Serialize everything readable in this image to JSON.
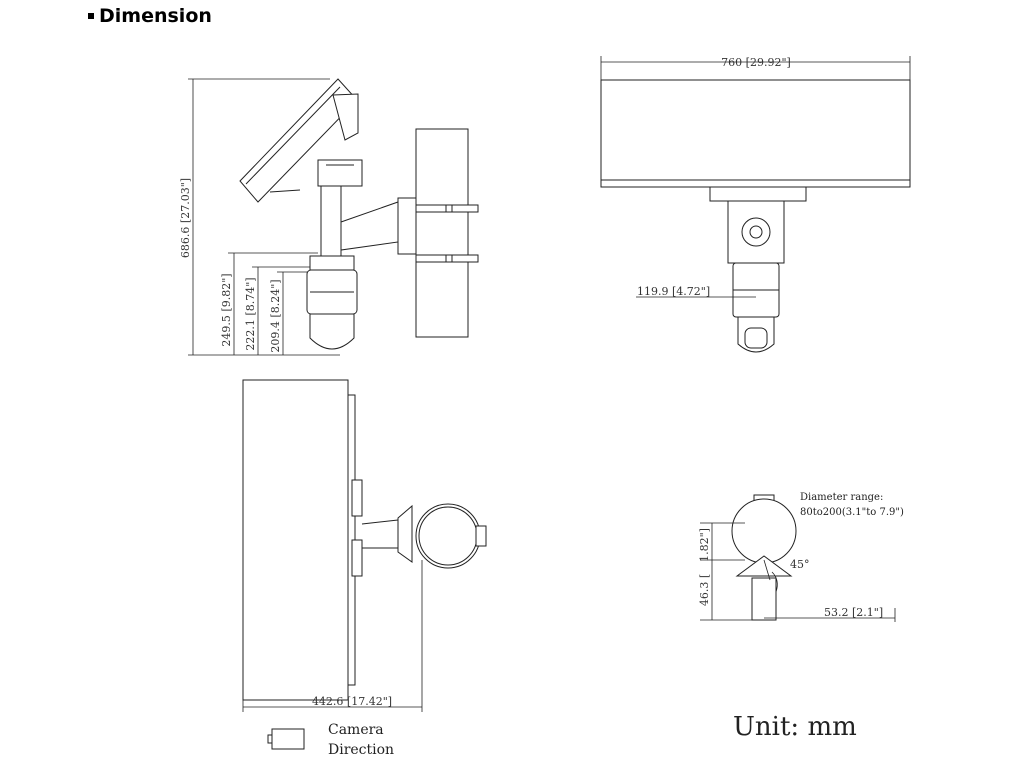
{
  "heading": "Dimension",
  "dims": {
    "height_total": "686.6 [27.03\"]",
    "height_a": "249.5 [9.82\"]",
    "height_b": "222.1 [8.74\"]",
    "height_c": "209.4 [8.24\"]",
    "width_top": "760 [29.92\"]",
    "offset": "119.9 [4.72\"]",
    "depth": "442.6 [17.42\"]",
    "bracket_width": "53.2 [2.1\"]",
    "bracket_h1": "1.82\"]",
    "bracket_h2": "46.3 [",
    "angle": "45°"
  },
  "notes": {
    "diameter_line1": "Diameter range:",
    "diameter_line2": "80to200(3.1\"to 7.9\")"
  },
  "legend": {
    "line1": "Camera",
    "line2": "Direction"
  },
  "unit": "Unit: mm"
}
